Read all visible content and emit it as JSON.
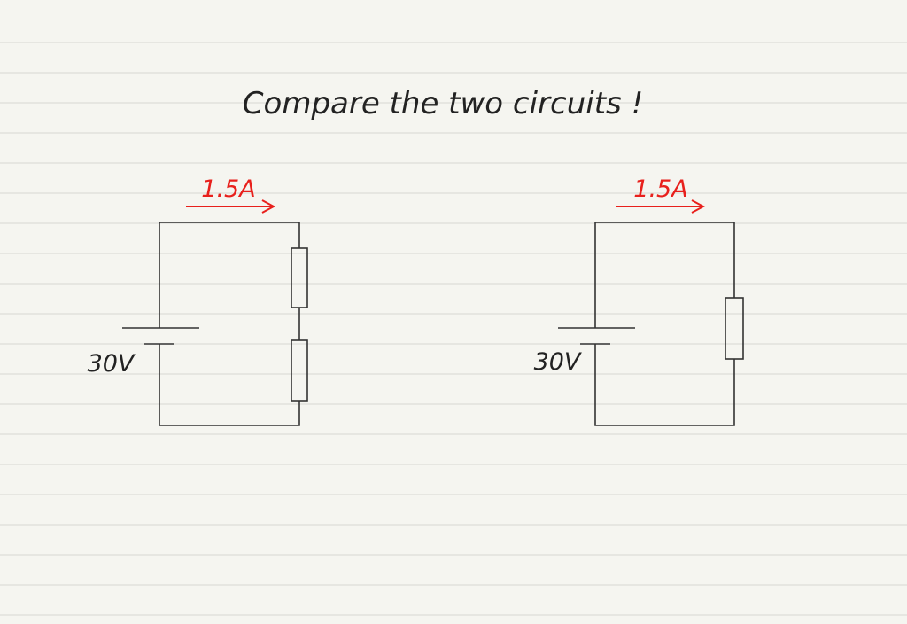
{
  "title": "Compare the two circuits !",
  "circuits": [
    {
      "current_label": "1.5A",
      "voltage_label": "30V",
      "resistor_count": 2
    },
    {
      "current_label": "1.5A",
      "voltage_label": "30V",
      "resistor_count": 1
    }
  ],
  "colors": {
    "paper": "#f5f5f0",
    "rule_line": "#d6d6d2",
    "ink": "#333333",
    "annotation": "#e8201c"
  }
}
